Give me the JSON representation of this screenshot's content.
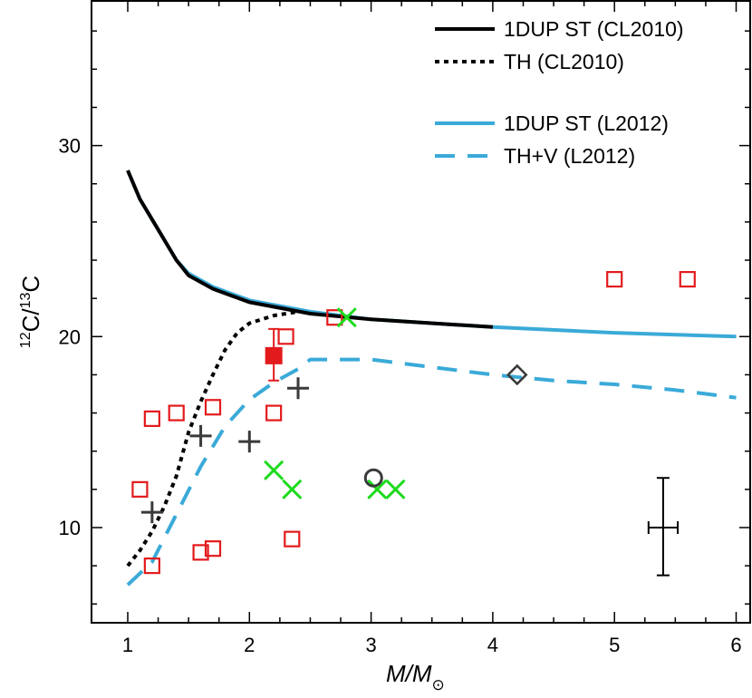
{
  "chart_data": {
    "type": "scatter",
    "xlabel": {
      "base": "M/M",
      "sub": "⊙"
    },
    "ylabel": {
      "sup1": "12",
      "mid": "C/",
      "sup2": "13",
      "end": "C"
    },
    "xlim": [
      0.75,
      6.05
    ],
    "ylim": [
      5,
      37
    ],
    "x_ticks": [
      1,
      2,
      3,
      4,
      5,
      6
    ],
    "y_ticks": [
      10,
      20,
      30
    ],
    "grid": false,
    "legend_position": "top-right",
    "legend": [
      {
        "label": "1DUP ST (CL2010)",
        "color": "#000000",
        "style": "solid"
      },
      {
        "label": "TH (CL2010)",
        "color": "#000000",
        "style": "dotted"
      },
      {
        "label": "1DUP ST (L2012)",
        "color": "#3aaad8",
        "style": "solid"
      },
      {
        "label": "TH+V (L2012)",
        "color": "#3aaad8",
        "style": "dashed"
      }
    ],
    "lines": [
      {
        "name": "1DUP ST (L2012)",
        "color": "#3aaad8",
        "style": "solid",
        "points": [
          [
            1.0,
            28.7
          ],
          [
            1.1,
            27.2
          ],
          [
            1.25,
            25.6
          ],
          [
            1.4,
            24.0
          ],
          [
            1.5,
            23.3
          ],
          [
            1.7,
            22.6
          ],
          [
            2.0,
            21.9
          ],
          [
            2.5,
            21.3
          ],
          [
            3.0,
            20.9
          ],
          [
            4.0,
            20.5
          ],
          [
            5.0,
            20.2
          ],
          [
            6.0,
            20.0
          ]
        ]
      },
      {
        "name": "1DUP ST (CL2010)",
        "color": "#000000",
        "style": "solid",
        "points": [
          [
            1.0,
            28.7
          ],
          [
            1.1,
            27.2
          ],
          [
            1.25,
            25.6
          ],
          [
            1.4,
            24.0
          ],
          [
            1.5,
            23.2
          ],
          [
            1.7,
            22.5
          ],
          [
            2.0,
            21.8
          ],
          [
            2.5,
            21.2
          ],
          [
            3.0,
            20.9
          ],
          [
            4.0,
            20.5
          ]
        ]
      },
      {
        "name": "TH (CL2010)",
        "color": "#000000",
        "style": "dotted",
        "points": [
          [
            1.0,
            8.0
          ],
          [
            1.1,
            8.8
          ],
          [
            1.2,
            9.8
          ],
          [
            1.3,
            11.1
          ],
          [
            1.4,
            12.7
          ],
          [
            1.5,
            15.0
          ],
          [
            1.6,
            16.6
          ],
          [
            1.7,
            18.0
          ],
          [
            1.8,
            19.3
          ],
          [
            1.9,
            20.2
          ],
          [
            2.0,
            20.7
          ],
          [
            2.2,
            21.1
          ],
          [
            2.4,
            21.3
          ]
        ]
      },
      {
        "name": "TH+V (L2012)",
        "color": "#3aaad8",
        "style": "dashed",
        "points": [
          [
            1.0,
            7.0
          ],
          [
            1.2,
            8.2
          ],
          [
            1.4,
            10.7
          ],
          [
            1.6,
            13.2
          ],
          [
            1.8,
            15.3
          ],
          [
            2.0,
            16.7
          ],
          [
            2.2,
            17.6
          ],
          [
            2.4,
            18.3
          ],
          [
            2.5,
            18.8
          ],
          [
            3.0,
            18.8
          ],
          [
            3.5,
            18.4
          ],
          [
            4.0,
            18.0
          ],
          [
            4.5,
            17.7
          ],
          [
            5.0,
            17.5
          ],
          [
            5.5,
            17.2
          ],
          [
            6.0,
            16.8
          ]
        ]
      }
    ],
    "squares_open": [
      [
        1.1,
        12.0
      ],
      [
        1.2,
        15.7
      ],
      [
        1.2,
        8.0
      ],
      [
        1.4,
        16.0
      ],
      [
        1.6,
        8.7
      ],
      [
        1.7,
        8.9
      ],
      [
        1.7,
        16.3
      ],
      [
        2.2,
        16.0
      ],
      [
        2.3,
        20.0
      ],
      [
        2.35,
        9.4
      ],
      [
        2.7,
        21.0
      ],
      [
        5.0,
        23.0
      ],
      [
        5.6,
        23.0
      ]
    ],
    "square_filled": {
      "x": 2.2,
      "y": 19.0,
      "err_low": 17.7,
      "err_high": 20.4
    },
    "plus": [
      [
        1.2,
        10.8
      ],
      [
        1.6,
        14.8
      ],
      [
        2.0,
        14.5
      ],
      [
        2.4,
        17.3
      ]
    ],
    "crosses": [
      [
        2.2,
        13.0
      ],
      [
        2.35,
        12.0
      ],
      [
        2.8,
        21.0
      ],
      [
        3.05,
        12.0
      ],
      [
        3.2,
        12.0
      ]
    ],
    "circle": {
      "x": 3.02,
      "y": 12.6
    },
    "diamond": {
      "x": 4.2,
      "y": 18.0
    },
    "error_sample": {
      "x": 5.4,
      "y": 10.0,
      "y_low": 7.5,
      "y_high": 12.6,
      "x_low": 5.28,
      "x_high": 5.52
    },
    "colors": {
      "square": "#e31a1c",
      "plus": "#3a3a3a",
      "cross": "#1ddb1d",
      "circle": "#3a3a3a",
      "diamond": "#3a3a3a",
      "errbar": "#000000"
    }
  }
}
